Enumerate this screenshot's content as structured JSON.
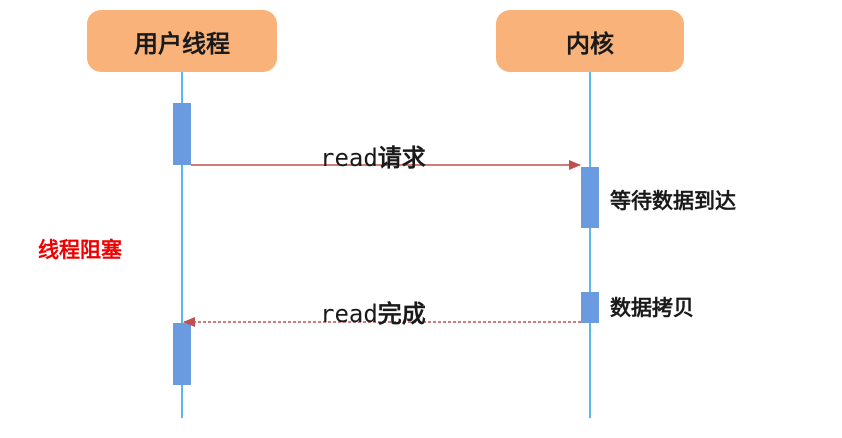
{
  "actors": {
    "user_thread": "用户线程",
    "kernel": "内核"
  },
  "messages": {
    "request": {
      "mono": "read",
      "cjk": "请求"
    },
    "complete": {
      "mono": "read",
      "cjk": "完成"
    }
  },
  "notes": {
    "wait_data": "等待数据到达",
    "copy_data": "数据拷贝",
    "thread_blocked": "线程阻塞"
  },
  "colors": {
    "actor_fill": "#f8b27a",
    "lifeline": "#5bb8e6",
    "activation": "#6a9ae0",
    "message_arrow": "#c0504d",
    "blocked_text": "#ee0000"
  }
}
